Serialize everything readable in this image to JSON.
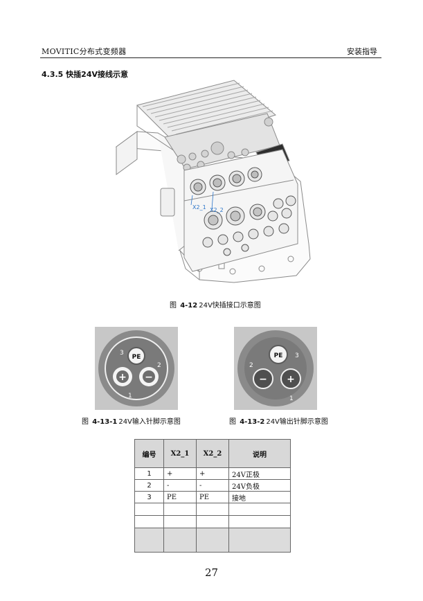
{
  "header": {
    "doc_title": "MOVITIC分布式变频器",
    "chapter": "安装指导"
  },
  "section": {
    "number": "4.3.5",
    "title": "快插24V接线示意"
  },
  "figure_main": {
    "caption_prefix": "图",
    "caption_number": "4-12",
    "caption_text": "24V快插接口示意图",
    "callout_1": "X2_1",
    "callout_2": "X2_2"
  },
  "figure_in": {
    "caption_prefix": "图",
    "caption_number": "4-13-1",
    "caption_text": "24V输入针脚示意图",
    "label_pe": "PE",
    "label_3": "3",
    "label_2": "2",
    "label_1": "1",
    "label_plus": "+",
    "label_minus": "−"
  },
  "figure_out": {
    "caption_prefix": "图",
    "caption_number": "4-13-2",
    "caption_text": "24V输出针脚示意图",
    "label_pe": "PE",
    "label_3": "3",
    "label_2": "2",
    "label_1": "1",
    "label_plus": "+",
    "label_minus": "−"
  },
  "pin_table": {
    "headers": [
      "编号",
      "X2_1",
      "X2_2",
      "说明"
    ],
    "rows": [
      [
        "1",
        "+",
        "+",
        "24V正极"
      ],
      [
        "2",
        "-",
        "-",
        "24V负极"
      ],
      [
        "3",
        "PE",
        "PE",
        "接地"
      ]
    ]
  },
  "page_number": "27",
  "colors": {
    "connector_grey": "#8a8a8a",
    "connector_dark": "#6d6d6d",
    "pin_light": "#f4f4f4"
  }
}
